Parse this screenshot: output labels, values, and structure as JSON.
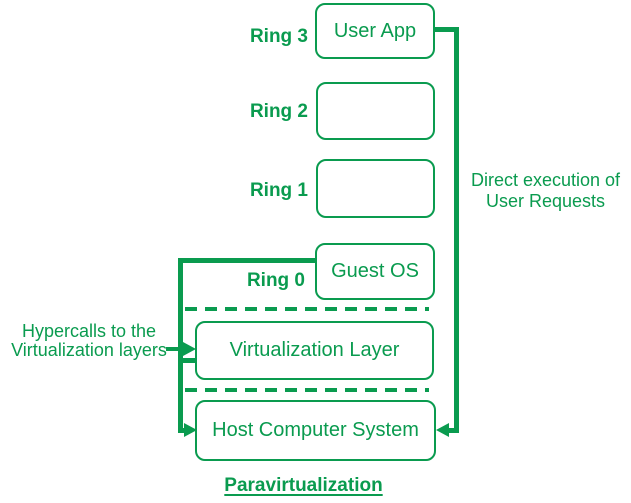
{
  "accent_color": "#0a9b4f",
  "title": "Paravirtualization",
  "rings": [
    {
      "label": "Ring 3",
      "box_text": "User App"
    },
    {
      "label": "Ring 2",
      "box_text": ""
    },
    {
      "label": "Ring 1",
      "box_text": ""
    },
    {
      "label": "Ring 0",
      "box_text": "Guest OS"
    }
  ],
  "layers": {
    "virtualization": "Virtualization Layer",
    "host": "Host Computer System"
  },
  "annotations": {
    "direct_execution": {
      "line1": "Direct execution of",
      "line2": "User Requests"
    },
    "hypercalls": {
      "line1": "Hypercalls to the",
      "line2": "Virtualization layers"
    }
  }
}
